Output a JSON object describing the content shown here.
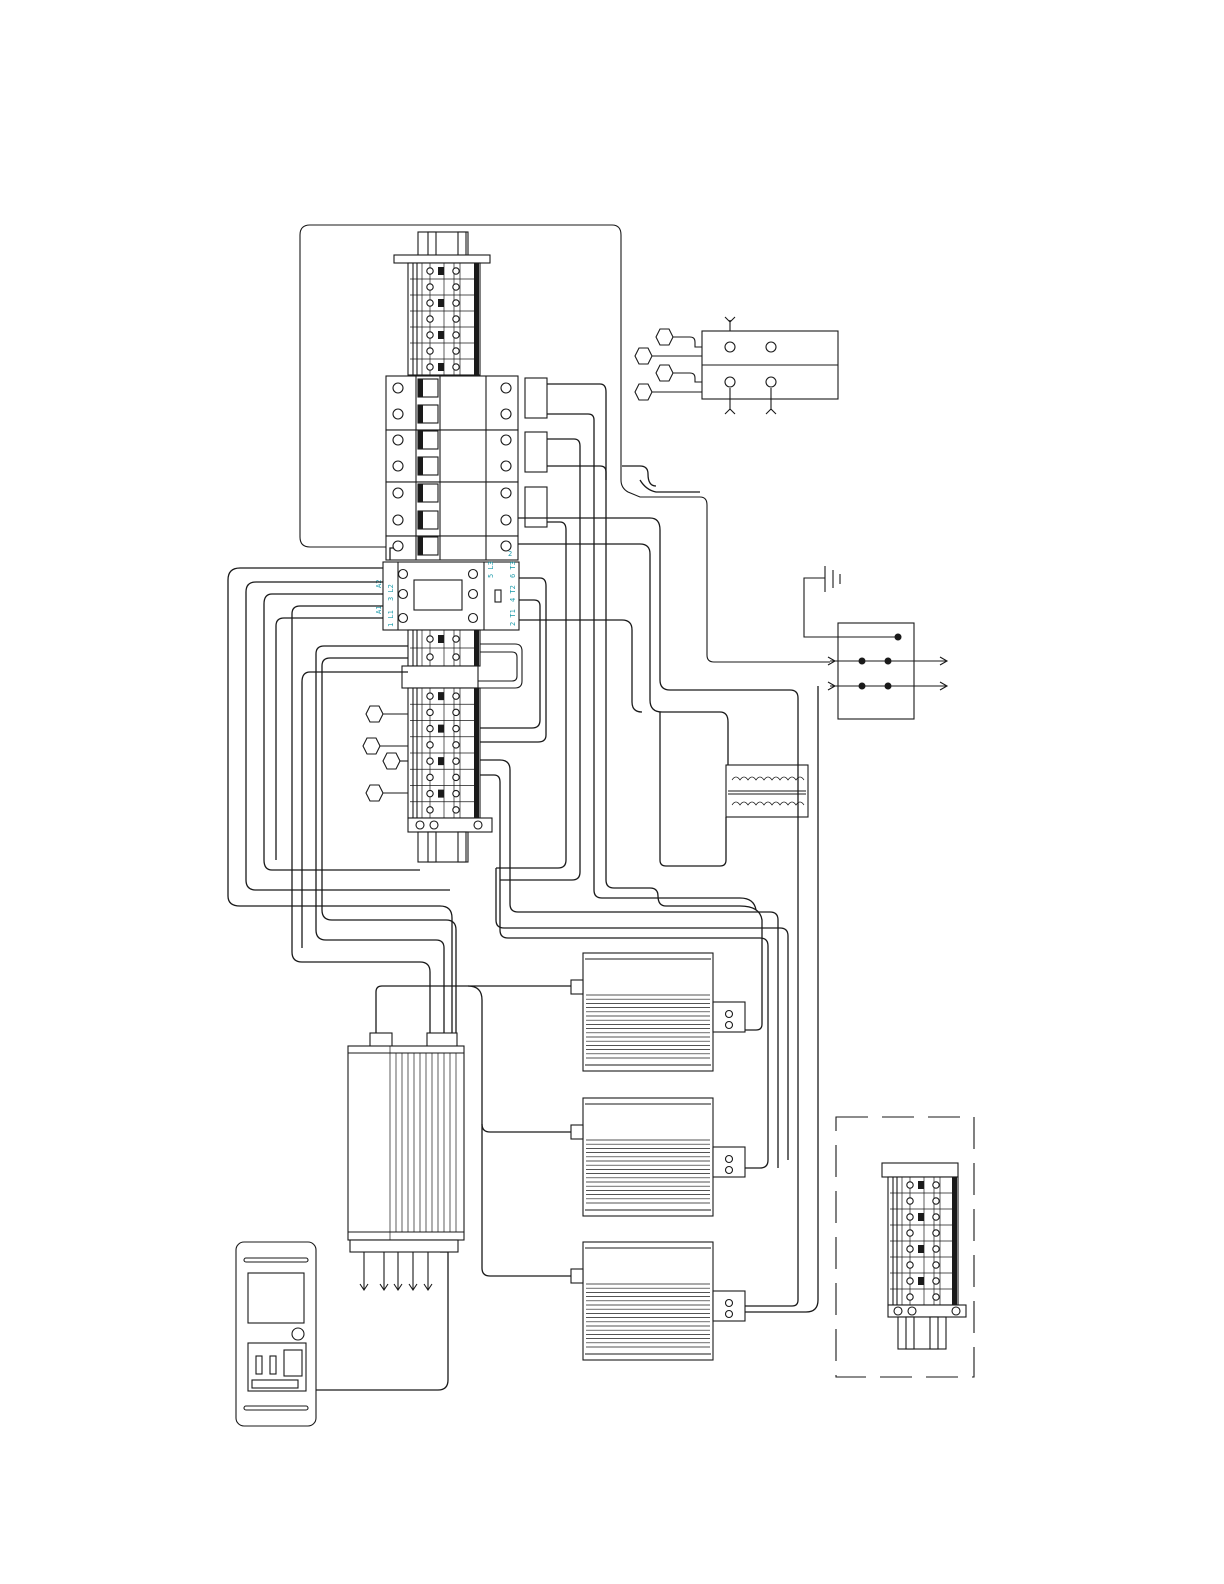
{
  "diagram": {
    "contactor_terminals": {
      "left_top": "A2",
      "left_bottom": "A1",
      "left_mid_upper": "3 L2",
      "left_mid_lower": "1 L1",
      "right_top": "5 L3",
      "right_mid": "4 T2",
      "right_bottom": "2 T1",
      "right_upper2": "6 T3",
      "breaker_tag": "2"
    },
    "colors": {
      "line": "#1a1a1a",
      "label": "#1b9aaa",
      "background": "#ffffff"
    }
  }
}
